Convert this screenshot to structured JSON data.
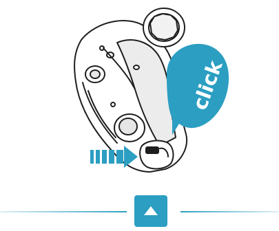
{
  "illustration": {
    "callout_label": "click",
    "icons": [
      "device-illustration",
      "push-arrow-icon",
      "click-callout-bubble"
    ],
    "colors": {
      "accent": "#2b9ec2",
      "outline": "#1e1e1e",
      "shade": "#e6e6e6"
    }
  },
  "navigation": {
    "icons": [
      "arrow-up-icon"
    ],
    "colors": {
      "button": "#2b9ec2",
      "arrow": "#ffffff",
      "rule": "#2b9ec2"
    }
  }
}
